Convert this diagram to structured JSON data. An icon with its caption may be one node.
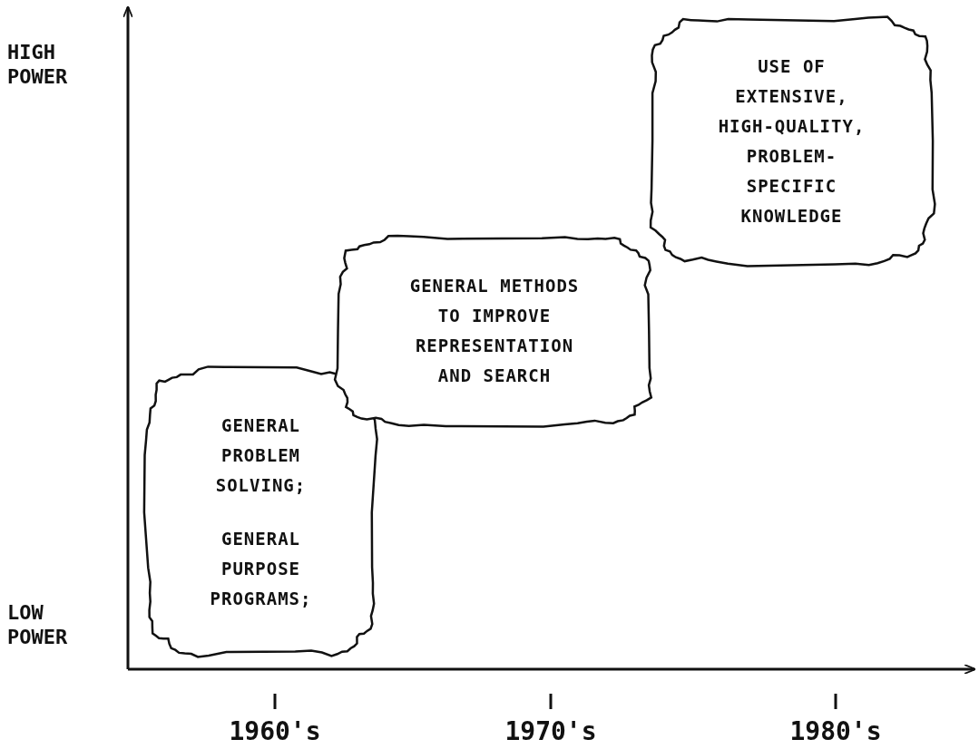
{
  "diagram": {
    "nodes": [
      {
        "text": [
          "GENERAL PROBLEM SOLVING;",
          "GENERAL PURPOSE PROGRAMS;"
        ]
      },
      {
        "text": [
          "GENERAL METHODS TO IMPROVE REPRESENTATION AND SEARCH"
        ]
      },
      {
        "text": [
          "USE OF EXTENSIVE, HIGH-QUALITY, PROBLEM-SPECIFIC KNOWLEDGE"
        ]
      }
    ],
    "edges": [],
    "labels": [
      "HIGH POWER",
      "LOW POWER",
      "1960's",
      "1970's",
      "1980's"
    ]
  }
}
